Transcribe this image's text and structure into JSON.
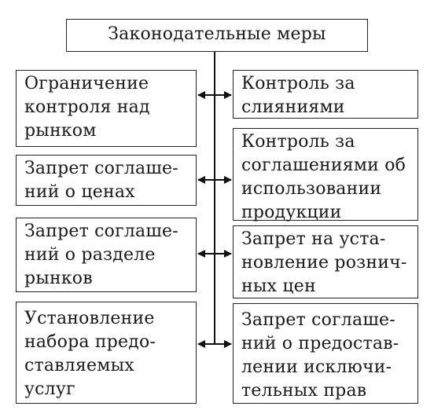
{
  "title": "Законодательные меры",
  "left_boxes": [
    {
      "text": "Ограничение\nконтроля над\nрынком"
    },
    {
      "text": "Запрет соглаше-\nний о ценах"
    },
    {
      "text": "Запрет соглаше-\nний о разделе\nрынков"
    },
    {
      "text": "Установление\nнабора предо-\nставляемых\nуслуг"
    }
  ],
  "right_boxes": [
    {
      "text": "Контроль за\nслияниями"
    },
    {
      "text": "Контроль за\nсоглашениями об\nиспользовании\nпродукции"
    },
    {
      "text": "Запрет на уста-\nновление рознич-\nных цен"
    },
    {
      "text": "Запрет соглаше-\nний о предостав-\nлении исключи-\nтельных прав"
    }
  ]
}
